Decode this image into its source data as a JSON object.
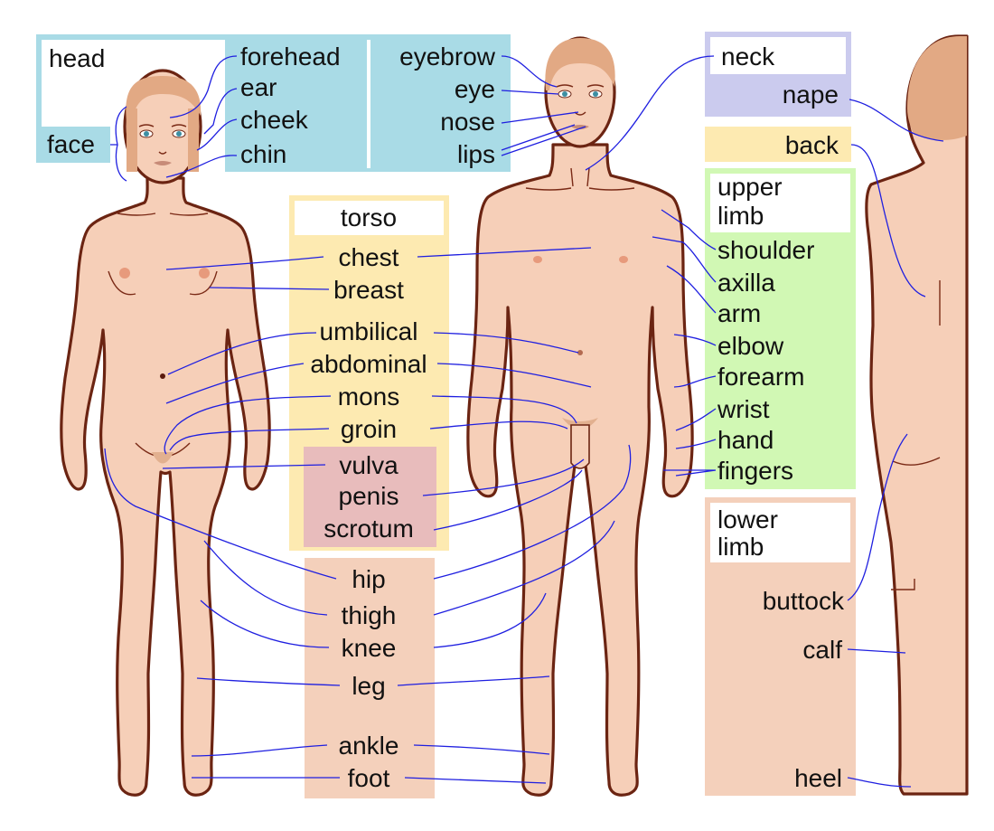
{
  "colors": {
    "head_panel": "#a9dbe6",
    "neck_panel": "#cbcbee",
    "torso_panel": "#fdeab1",
    "genital_panel": "#e8bcbc",
    "limb_panel_upper": "#d1f8b4",
    "limb_panel_lower": "#f4d0bb",
    "skin": "#f6cfb8",
    "outline": "#6b2412",
    "leader_line": "#1f1fe0"
  },
  "labels": {
    "head": "head",
    "face": "face",
    "forehead": "forehead",
    "ear": "ear",
    "cheek": "cheek",
    "chin": "chin",
    "eyebrow": "eyebrow",
    "eye": "eye",
    "nose": "nose",
    "lips": "lips",
    "neck": "neck",
    "nape": "nape",
    "back": "back",
    "torso": "torso",
    "chest": "chest",
    "breast": "breast",
    "umbilical": "umbilical",
    "abdominal": "abdominal",
    "mons": "mons",
    "groin": "groin",
    "vulva": "vulva",
    "penis": "penis",
    "scrotum": "scrotum",
    "upper_limb_line1": "upper",
    "upper_limb_line2": "limb",
    "shoulder": "shoulder",
    "axilla": "axilla",
    "arm": "arm",
    "elbow": "elbow",
    "forearm": "forearm",
    "wrist": "wrist",
    "hand": "hand",
    "fingers": "fingers",
    "lower_limb_line1": "lower",
    "lower_limb_line2": "limb",
    "hip": "hip",
    "thigh": "thigh",
    "knee": "knee",
    "leg": "leg",
    "ankle": "ankle",
    "foot": "foot",
    "buttock": "buttock",
    "calf": "calf",
    "heel": "heel"
  }
}
